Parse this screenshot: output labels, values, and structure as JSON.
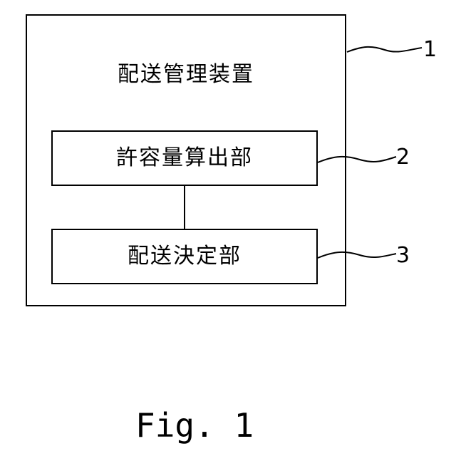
{
  "figure": {
    "device": {
      "title": "配送管理装置",
      "reference": "1"
    },
    "blocks": [
      {
        "label": "許容量算出部",
        "reference": "2"
      },
      {
        "label": "配送決定部",
        "reference": "3"
      }
    ],
    "caption": "Fig. 1"
  },
  "colors": {
    "line": "#000000",
    "background": "#ffffff"
  }
}
